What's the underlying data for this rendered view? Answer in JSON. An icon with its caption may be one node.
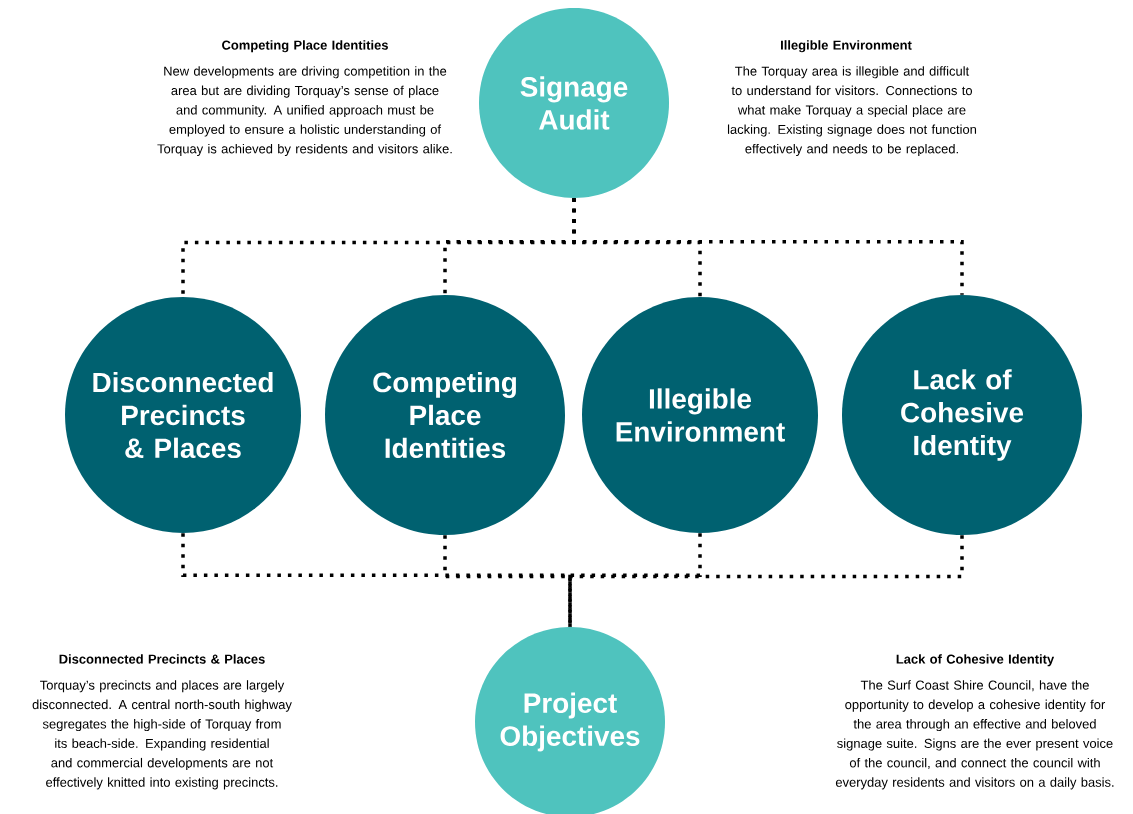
{
  "diagram": {
    "nodes": [
      {
        "text": [
          "Signage Audit"
        ]
      },
      {
        "text": [
          "Disconnected Precincts & Places"
        ]
      },
      {
        "text": [
          "Competing Place Identities"
        ]
      },
      {
        "text": [
          "Illegible Environment"
        ]
      },
      {
        "text": [
          "Lack of Cohesive Identity"
        ]
      },
      {
        "text": [
          "Project Objectives"
        ]
      }
    ],
    "edges": [
      {
        "from": 0,
        "to": 1,
        "arrow": "none"
      },
      {
        "from": 0,
        "to": 2,
        "arrow": "none"
      },
      {
        "from": 0,
        "to": 3,
        "arrow": "none"
      },
      {
        "from": 0,
        "to": 4,
        "arrow": "none"
      },
      {
        "from": 1,
        "to": 5,
        "arrow": "none"
      },
      {
        "from": 2,
        "to": 5,
        "arrow": "none"
      },
      {
        "from": 3,
        "to": 5,
        "arrow": "none"
      },
      {
        "from": 4,
        "to": 5,
        "arrow": "none"
      }
    ],
    "labels": [
      "Competing Place Identities",
      "New developments are driving competition in the area but are dividing Torquay’s sense of place and community. A unified approach must be employed to ensure a holistic understanding of Torquay is achieved by residents and visitors alike.",
      "Illegible Environment",
      "The Torquay area is illegible and difficult to understand for visitors. Connections to what make Torquay a special place are lacking. Existing signage does not function effectively and needs to be replaced.",
      "Disconnected Precincts & Places",
      "Torquay’s precincts and places are largely disconnected. A central north-south highway segregates the high-side of Torquay from its beach-side. Expanding residential and commercial developments are not effectively knitted into existing precincts.",
      "Lack of Cohesive Identity",
      "The Surf Coast Shire Council, have the opportunity to develop a cohesive identity for the area through an effective and beloved signage suite. Signs are the ever present voice of the council, and connect the council with everyday residents and visitors on a daily basis."
    ]
  }
}
